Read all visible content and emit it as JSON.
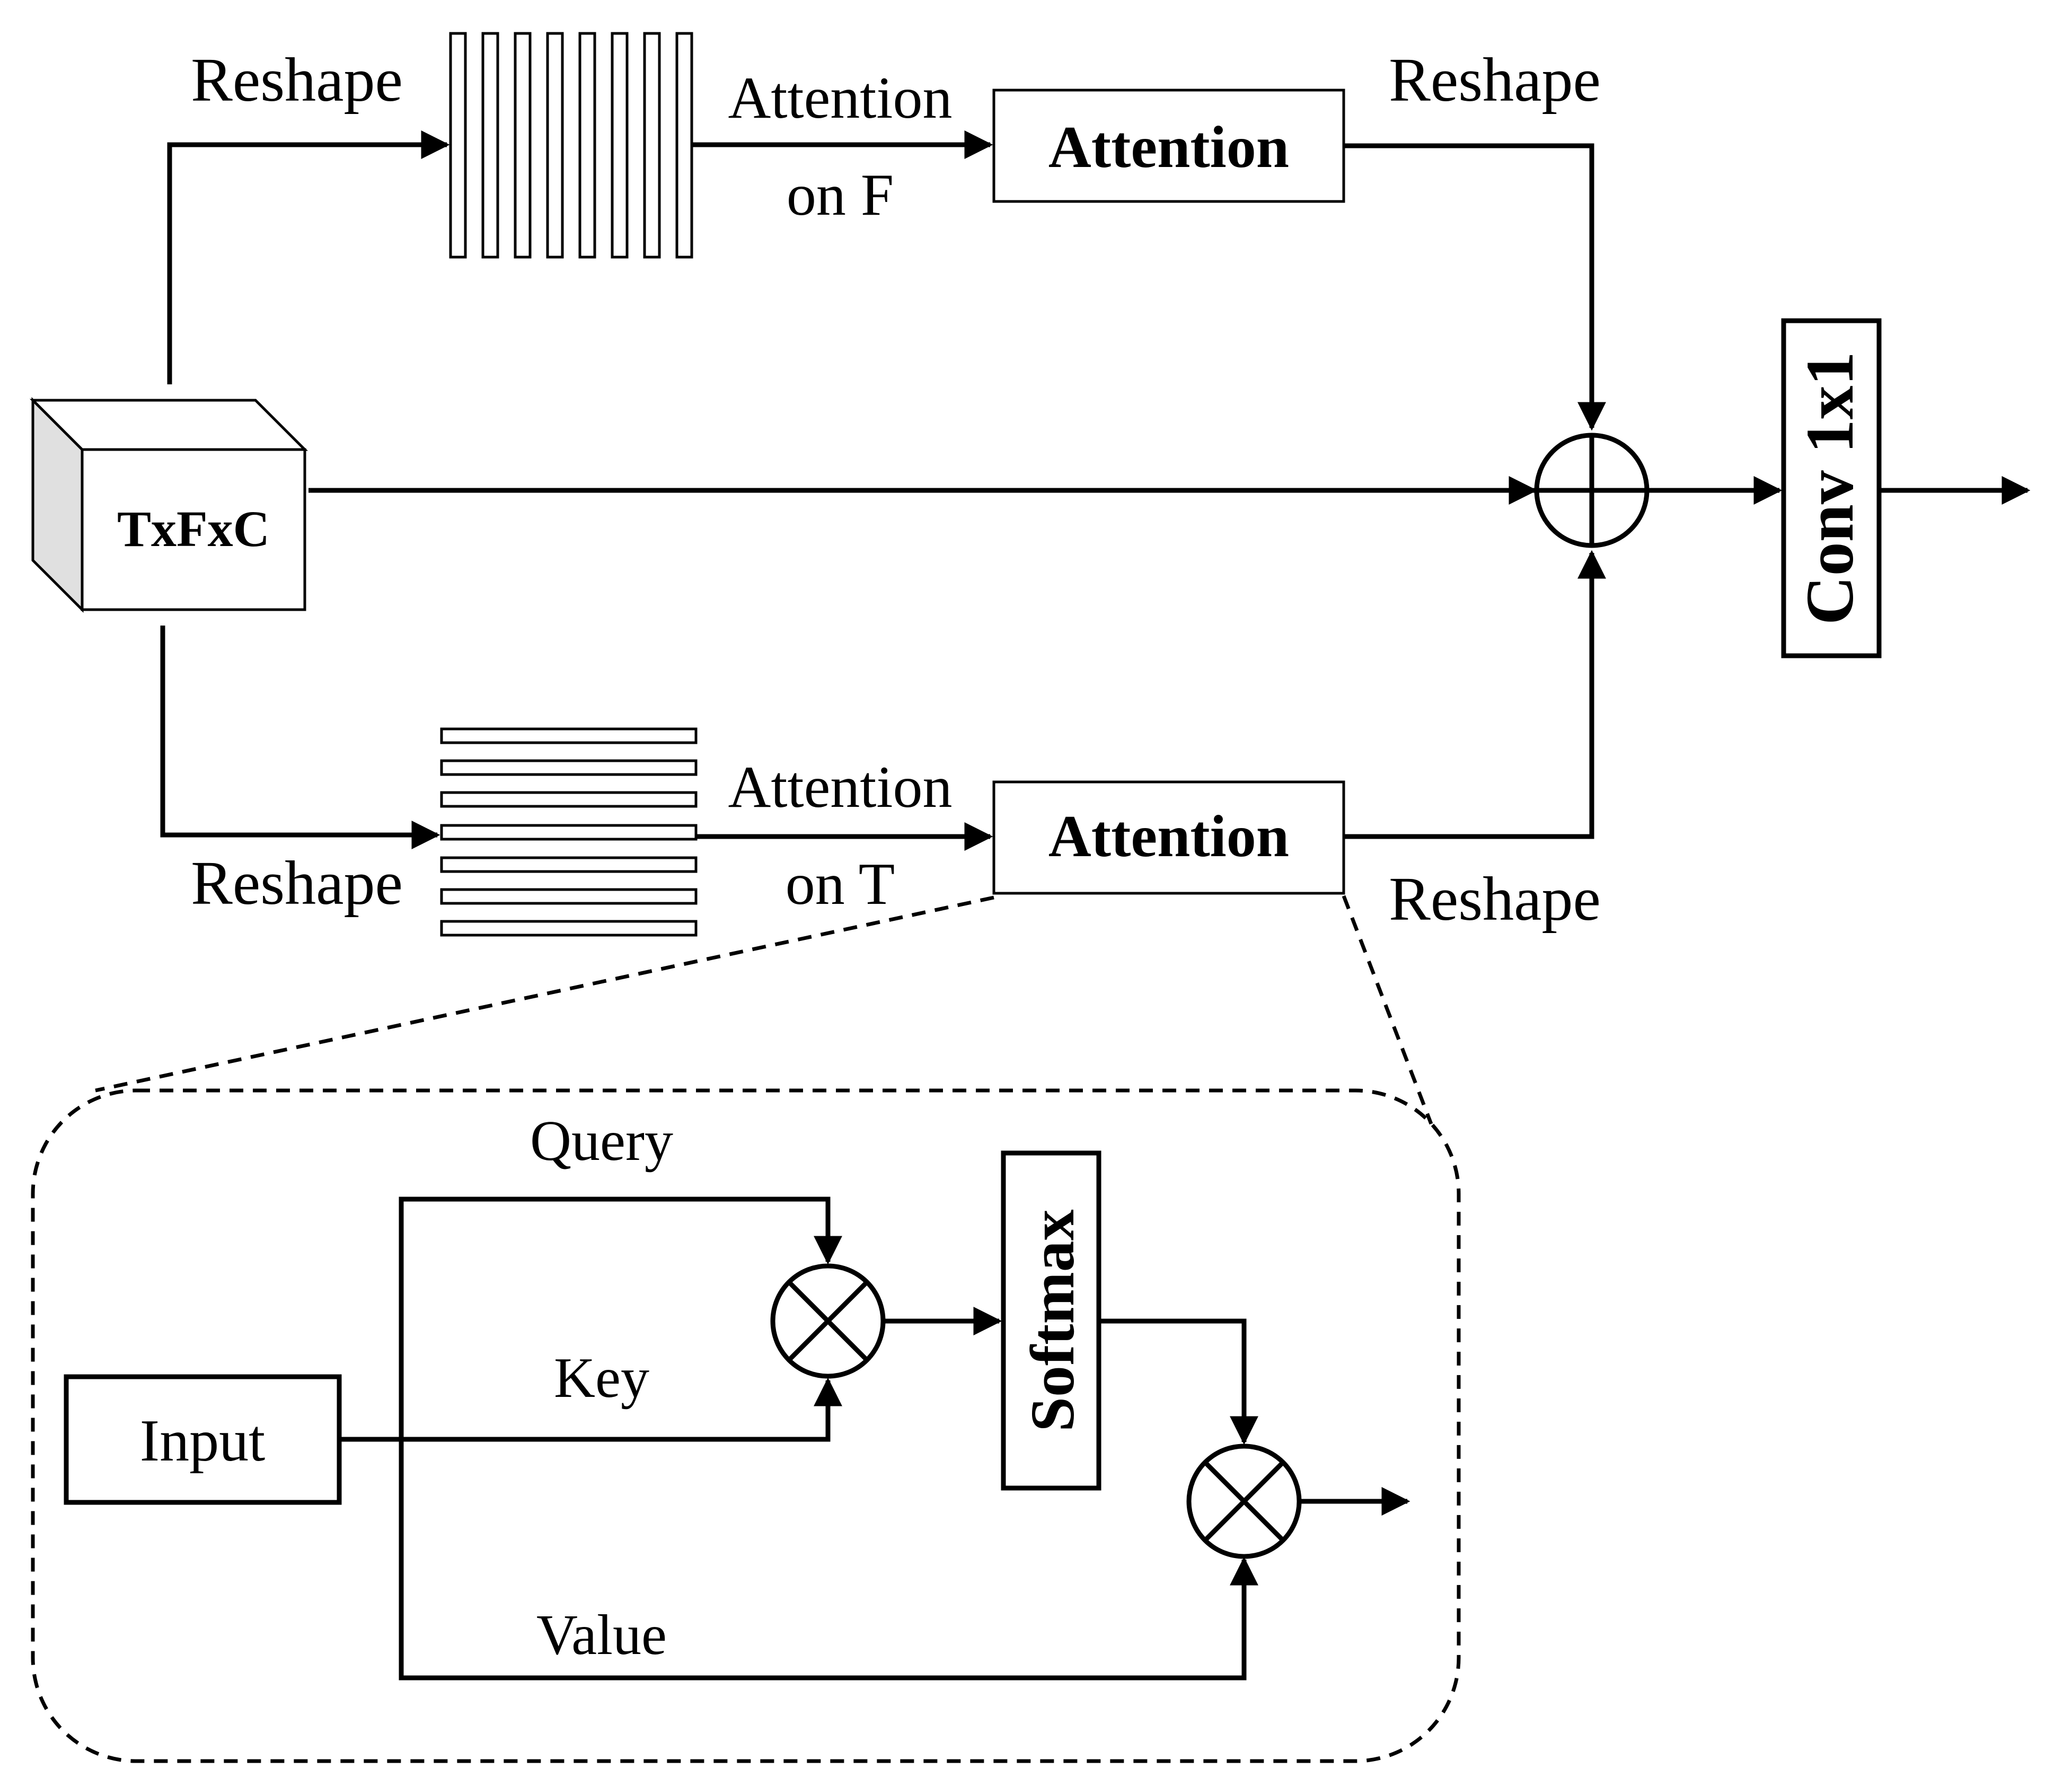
{
  "labels": {
    "reshape_top_left": "Reshape",
    "attention_on_f_line1": "Attention",
    "attention_on_f_line2": "on F",
    "attention_box_top": "Attention",
    "reshape_top_right": "Reshape",
    "tensor_label": "TxFxC",
    "conv_label": "Conv 1x1",
    "reshape_bottom_left": "Reshape",
    "attention_on_t_line1": "Attention",
    "attention_on_t_line2": "on T",
    "attention_box_bottom": "Attention",
    "reshape_bottom_right": "Reshape"
  },
  "detail": {
    "query": "Query",
    "key": "Key",
    "value": "Value",
    "input": "Input",
    "softmax": "Softmax"
  },
  "icons": {
    "sum": "circle-plus-icon",
    "multiply": "circle-times-icon",
    "cube": "cube-icon"
  },
  "colors": {
    "stroke": "#000000",
    "background": "#ffffff",
    "cube_side": "#e0e0e0"
  }
}
